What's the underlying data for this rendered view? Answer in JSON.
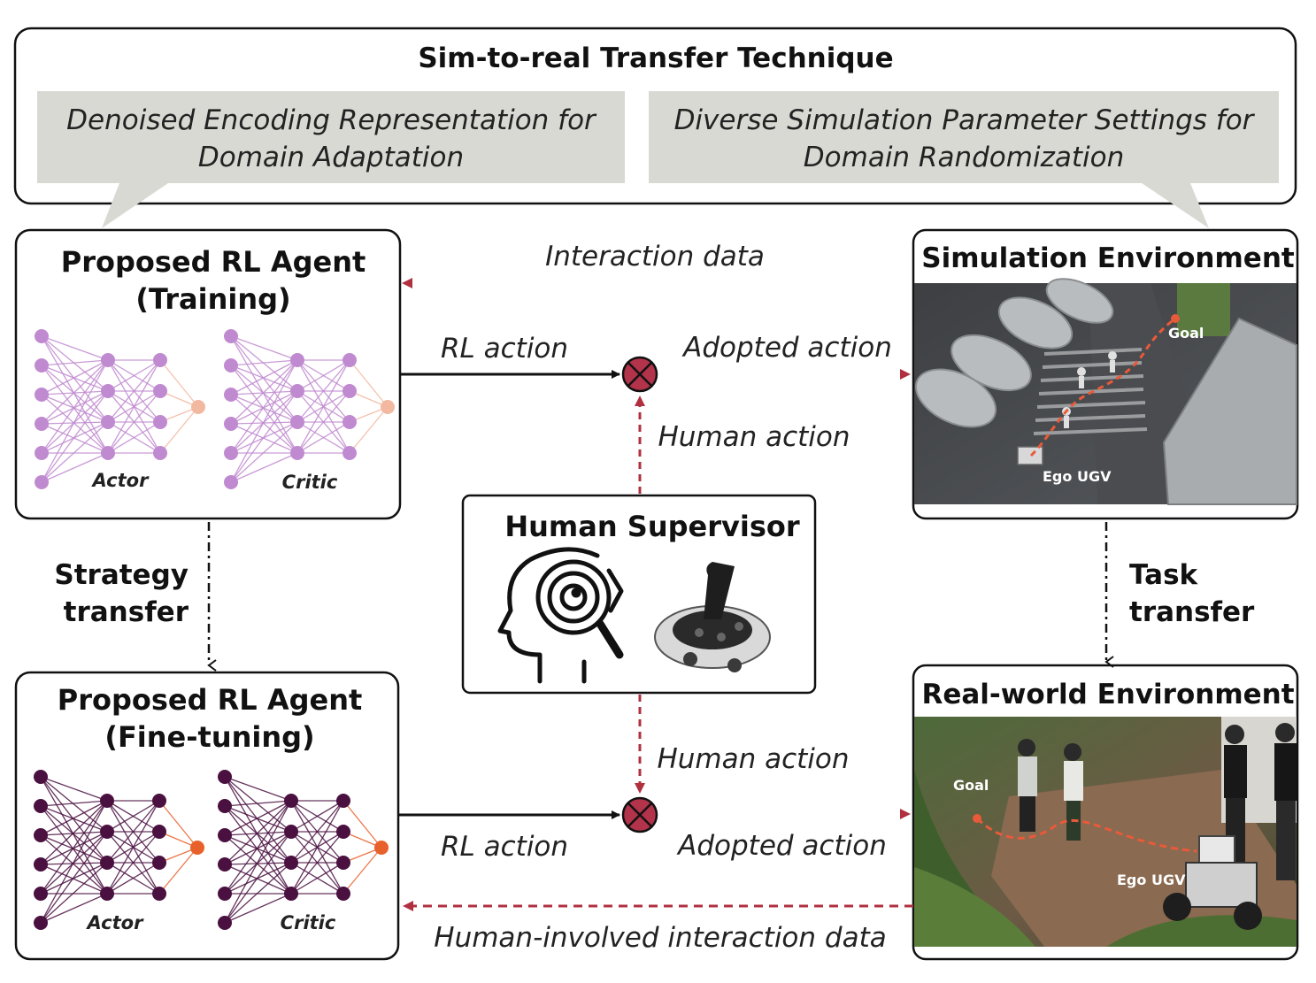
{
  "top_panel": {
    "title": "Sim-to-real Transfer Technique",
    "left_box": [
      "Denoised Encoding Representation for",
      "Domain Adaptation"
    ],
    "right_box": [
      "Diverse Simulation Parameter Settings for",
      "Domain Randomization"
    ]
  },
  "agent_training": {
    "title": [
      "Proposed RL Agent",
      "(Training)"
    ],
    "actor_label": "Actor",
    "critic_label": "Critic"
  },
  "agent_finetuning": {
    "title": [
      "Proposed RL Agent",
      "(Fine-tuning)"
    ],
    "actor_label": "Actor",
    "critic_label": "Critic"
  },
  "simulation_env": {
    "title": "Simulation Environment",
    "goal_label": "Goal",
    "ego_label": "Ego UGV"
  },
  "realworld_env": {
    "title": "Real-world Environment",
    "goal_label": "Goal",
    "ego_label": "Ego UGV"
  },
  "human_supervisor": {
    "title": "Human Supervisor"
  },
  "edges": {
    "interaction_data": "Interaction data",
    "rl_action_top": "RL action",
    "adopted_action_top": "Adopted action",
    "human_action_top": "Human action",
    "human_action_bottom": "Human action",
    "rl_action_bottom": "RL action",
    "adopted_action_bottom": "Adopted action",
    "human_involved_data": "Human-involved interaction data",
    "strategy_transfer": [
      "Strategy",
      "transfer"
    ],
    "task_transfer": [
      "Task",
      "transfer"
    ]
  },
  "colors": {
    "accent_red": "#b03040",
    "combiner_fill": "#b2334a",
    "callout_gray": "#d9d9d4",
    "training_net": "#c08ad0",
    "finetune_net": "#4a1040",
    "output_training": "#f3b8a0",
    "output_finetune": "#e8602a"
  }
}
